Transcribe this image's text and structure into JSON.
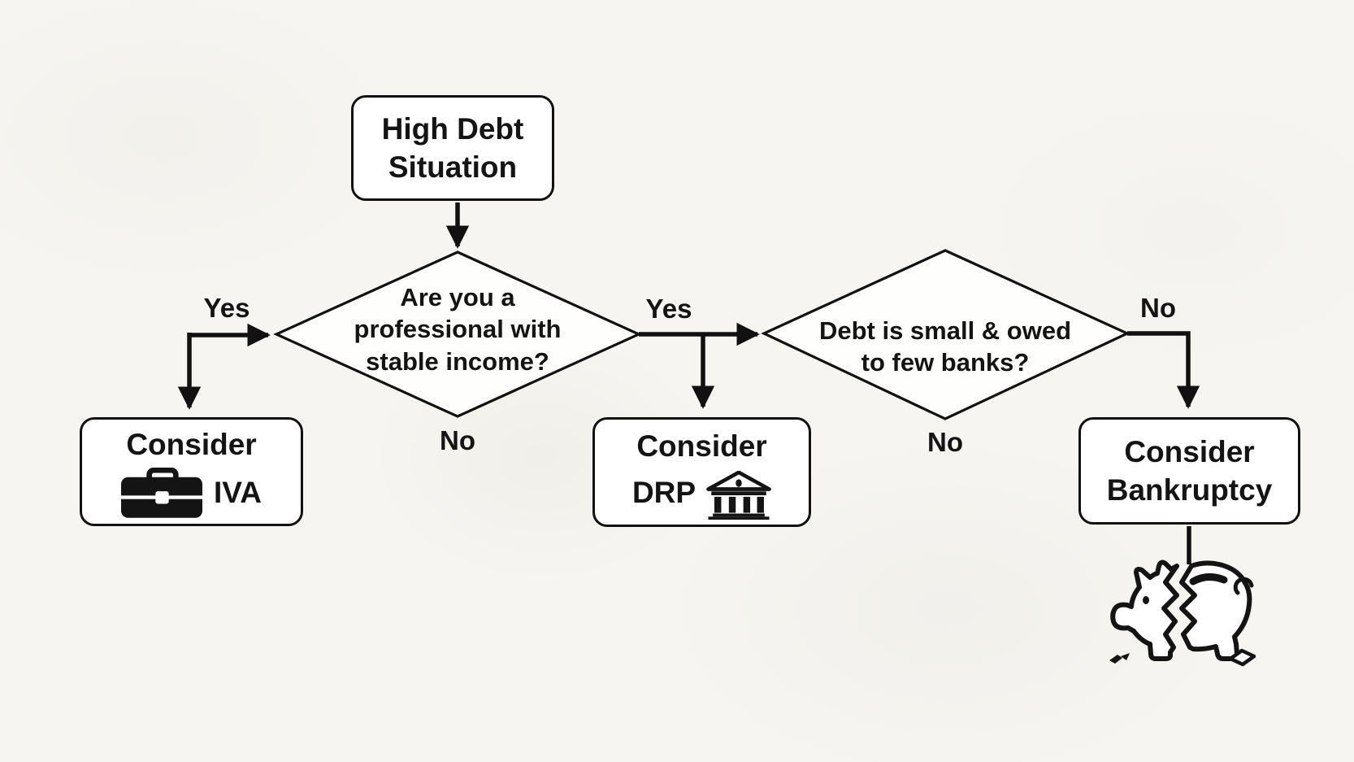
{
  "colors": {
    "background": "#f6f5f1",
    "ink": "#141414",
    "node_fill": "#ffffff"
  },
  "flowchart": {
    "start": {
      "line1": "High Debt",
      "line2": "Situation"
    },
    "decision1": {
      "line1": "Are you a",
      "line2": "professional with",
      "line3": "stable income?"
    },
    "decision2": {
      "line1": "Debt is small & owed",
      "line2": "to few banks?"
    },
    "outcome_iva": {
      "line1": "Consider",
      "line2": "IVA",
      "icon": "briefcase-icon"
    },
    "outcome_drp": {
      "line1": "Consider",
      "line2": "DRP",
      "icon": "bank-icon"
    },
    "outcome_bankruptcy": {
      "line1": "Consider",
      "line2": "Bankruptcy",
      "icon": "broken-piggy-bank-icon"
    },
    "labels": {
      "decision1_yes": "Yes",
      "decision1_no": "No",
      "decision1_to_decision2": "Yes",
      "decision2_no": "No",
      "decision2_no_right": "No"
    }
  }
}
